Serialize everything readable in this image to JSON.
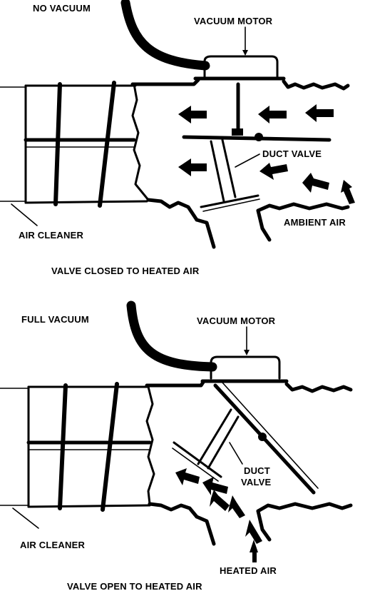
{
  "diagrams": [
    {
      "top_label": "NO VACUUM",
      "motor_label": "VACUUM MOTOR",
      "valve_label_line1": "DUCT VALVE",
      "valve_label_line2": "",
      "air_label": "AMBIENT AIR",
      "cleaner_label": "AIR CLEANER",
      "caption": "VALVE CLOSED TO HEATED AIR"
    },
    {
      "top_label": "FULL VACUUM",
      "motor_label": "VACUUM MOTOR",
      "valve_label_line1": "DUCT",
      "valve_label_line2": "VALVE",
      "air_label": "HEATED AIR",
      "cleaner_label": "AIR CLEANER",
      "caption": "VALVE OPEN TO HEATED AIR"
    }
  ]
}
